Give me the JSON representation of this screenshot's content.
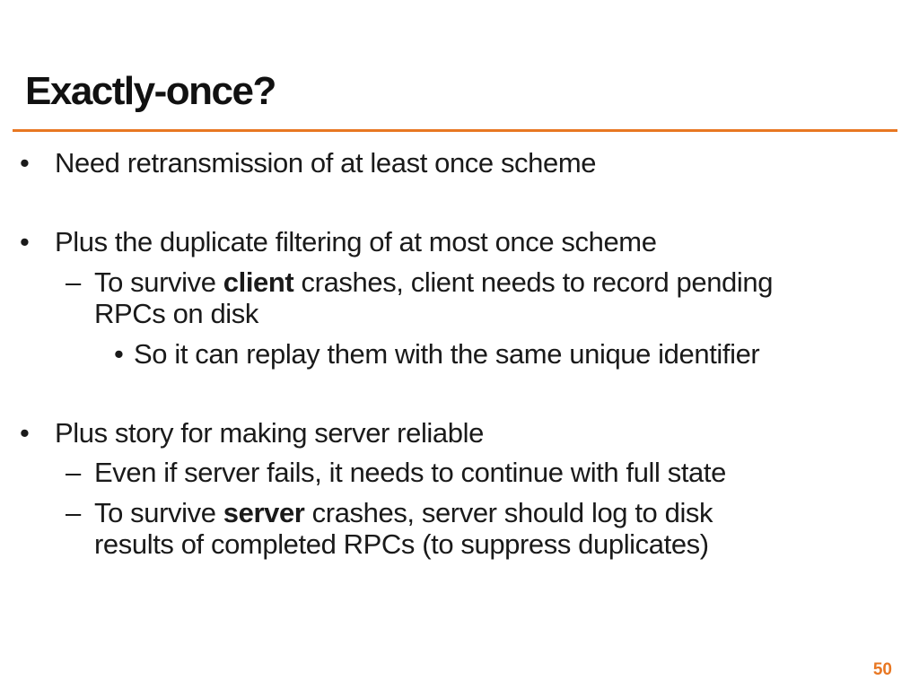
{
  "slide": {
    "title": "Exactly-once?",
    "page_number": "50",
    "accent_color": "#e87722"
  },
  "bullets": [
    {
      "marker": "•",
      "text": "Need retransmission of at least once scheme"
    },
    {
      "marker": "•",
      "text": "Plus the duplicate filtering of at most once scheme",
      "sub": [
        {
          "marker": "–",
          "prefix": "To survive ",
          "bold": "client",
          "suffix": " crashes, client needs to record pending",
          "continuation": "RPCs on disk",
          "sub": [
            {
              "marker": "•",
              "text": "So it can replay them with the same unique identifier"
            }
          ]
        }
      ]
    },
    {
      "marker": "•",
      "text": "Plus story for making server reliable",
      "sub": [
        {
          "marker": "–",
          "text": "Even if server fails, it needs to continue with full state"
        },
        {
          "marker": "–",
          "prefix": "To survive ",
          "bold": "server",
          "suffix": " crashes, server should log to disk",
          "continuation": "results of completed RPCs (to suppress duplicates)"
        }
      ]
    }
  ]
}
